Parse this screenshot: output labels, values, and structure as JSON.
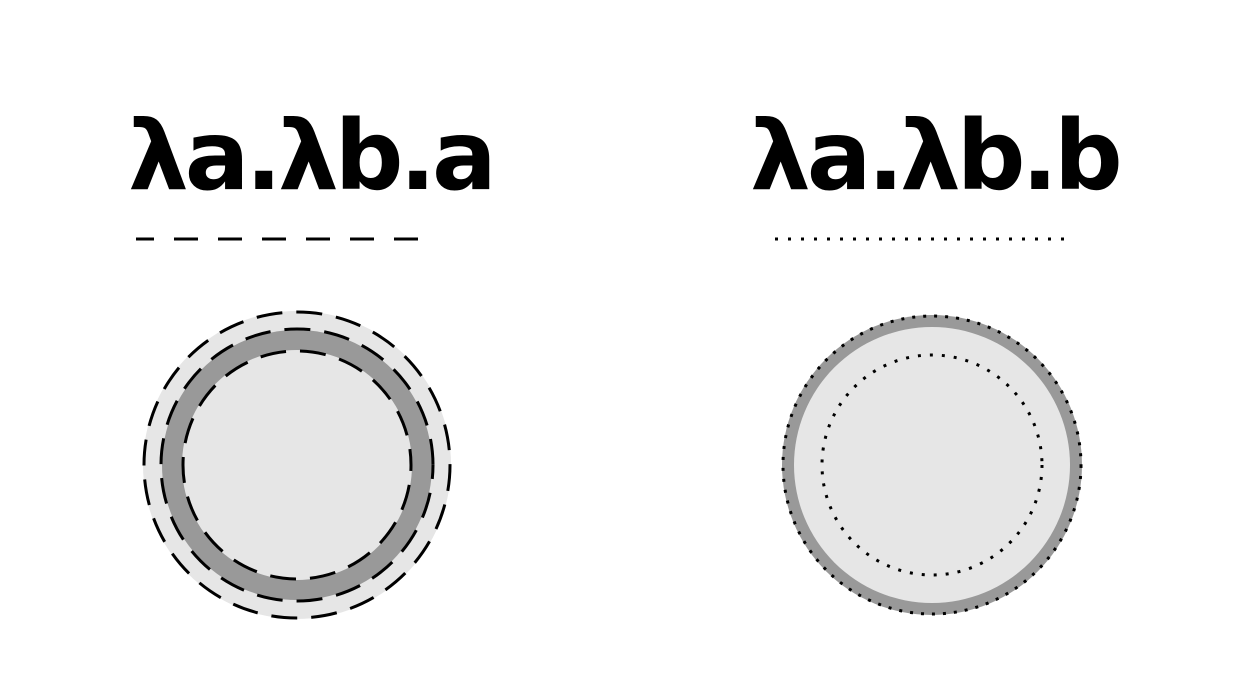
{
  "diagram": {
    "left": {
      "term": "λa.λb.a",
      "legend_style": "dashed",
      "outer_ring": "dashed",
      "inner_ring": "dashed",
      "highlighted_band": "inner"
    },
    "right": {
      "term": "λa.λb.b",
      "legend_style": "dotted",
      "outer_ring": "dotted",
      "inner_ring": "dotted",
      "highlighted_band": "outer"
    }
  },
  "colors": {
    "text": "#000000",
    "stroke": "#000000",
    "band_dark": "#999999",
    "band_light": "#e6e6e6",
    "background": "#ffffff"
  }
}
